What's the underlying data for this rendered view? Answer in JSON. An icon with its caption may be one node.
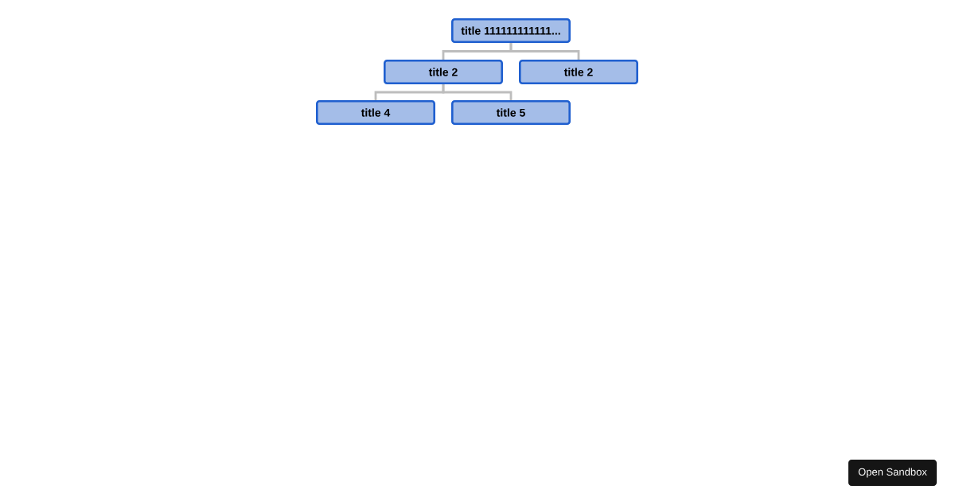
{
  "diagram": {
    "nodes": [
      {
        "text": [
          "title 111111111111..."
        ]
      },
      {
        "text": [
          "title 2"
        ]
      },
      {
        "text": [
          "title 2"
        ]
      },
      {
        "text": [
          "title 4"
        ]
      },
      {
        "text": [
          "title 5"
        ]
      }
    ],
    "edges": [
      {
        "from": 0,
        "to": 1,
        "arrow": "none"
      },
      {
        "from": 0,
        "to": 2,
        "arrow": "none"
      },
      {
        "from": 1,
        "to": 3,
        "arrow": "none"
      },
      {
        "from": 1,
        "to": 4,
        "arrow": "none"
      }
    ],
    "labels": [
      "Open Sandbox"
    ]
  }
}
